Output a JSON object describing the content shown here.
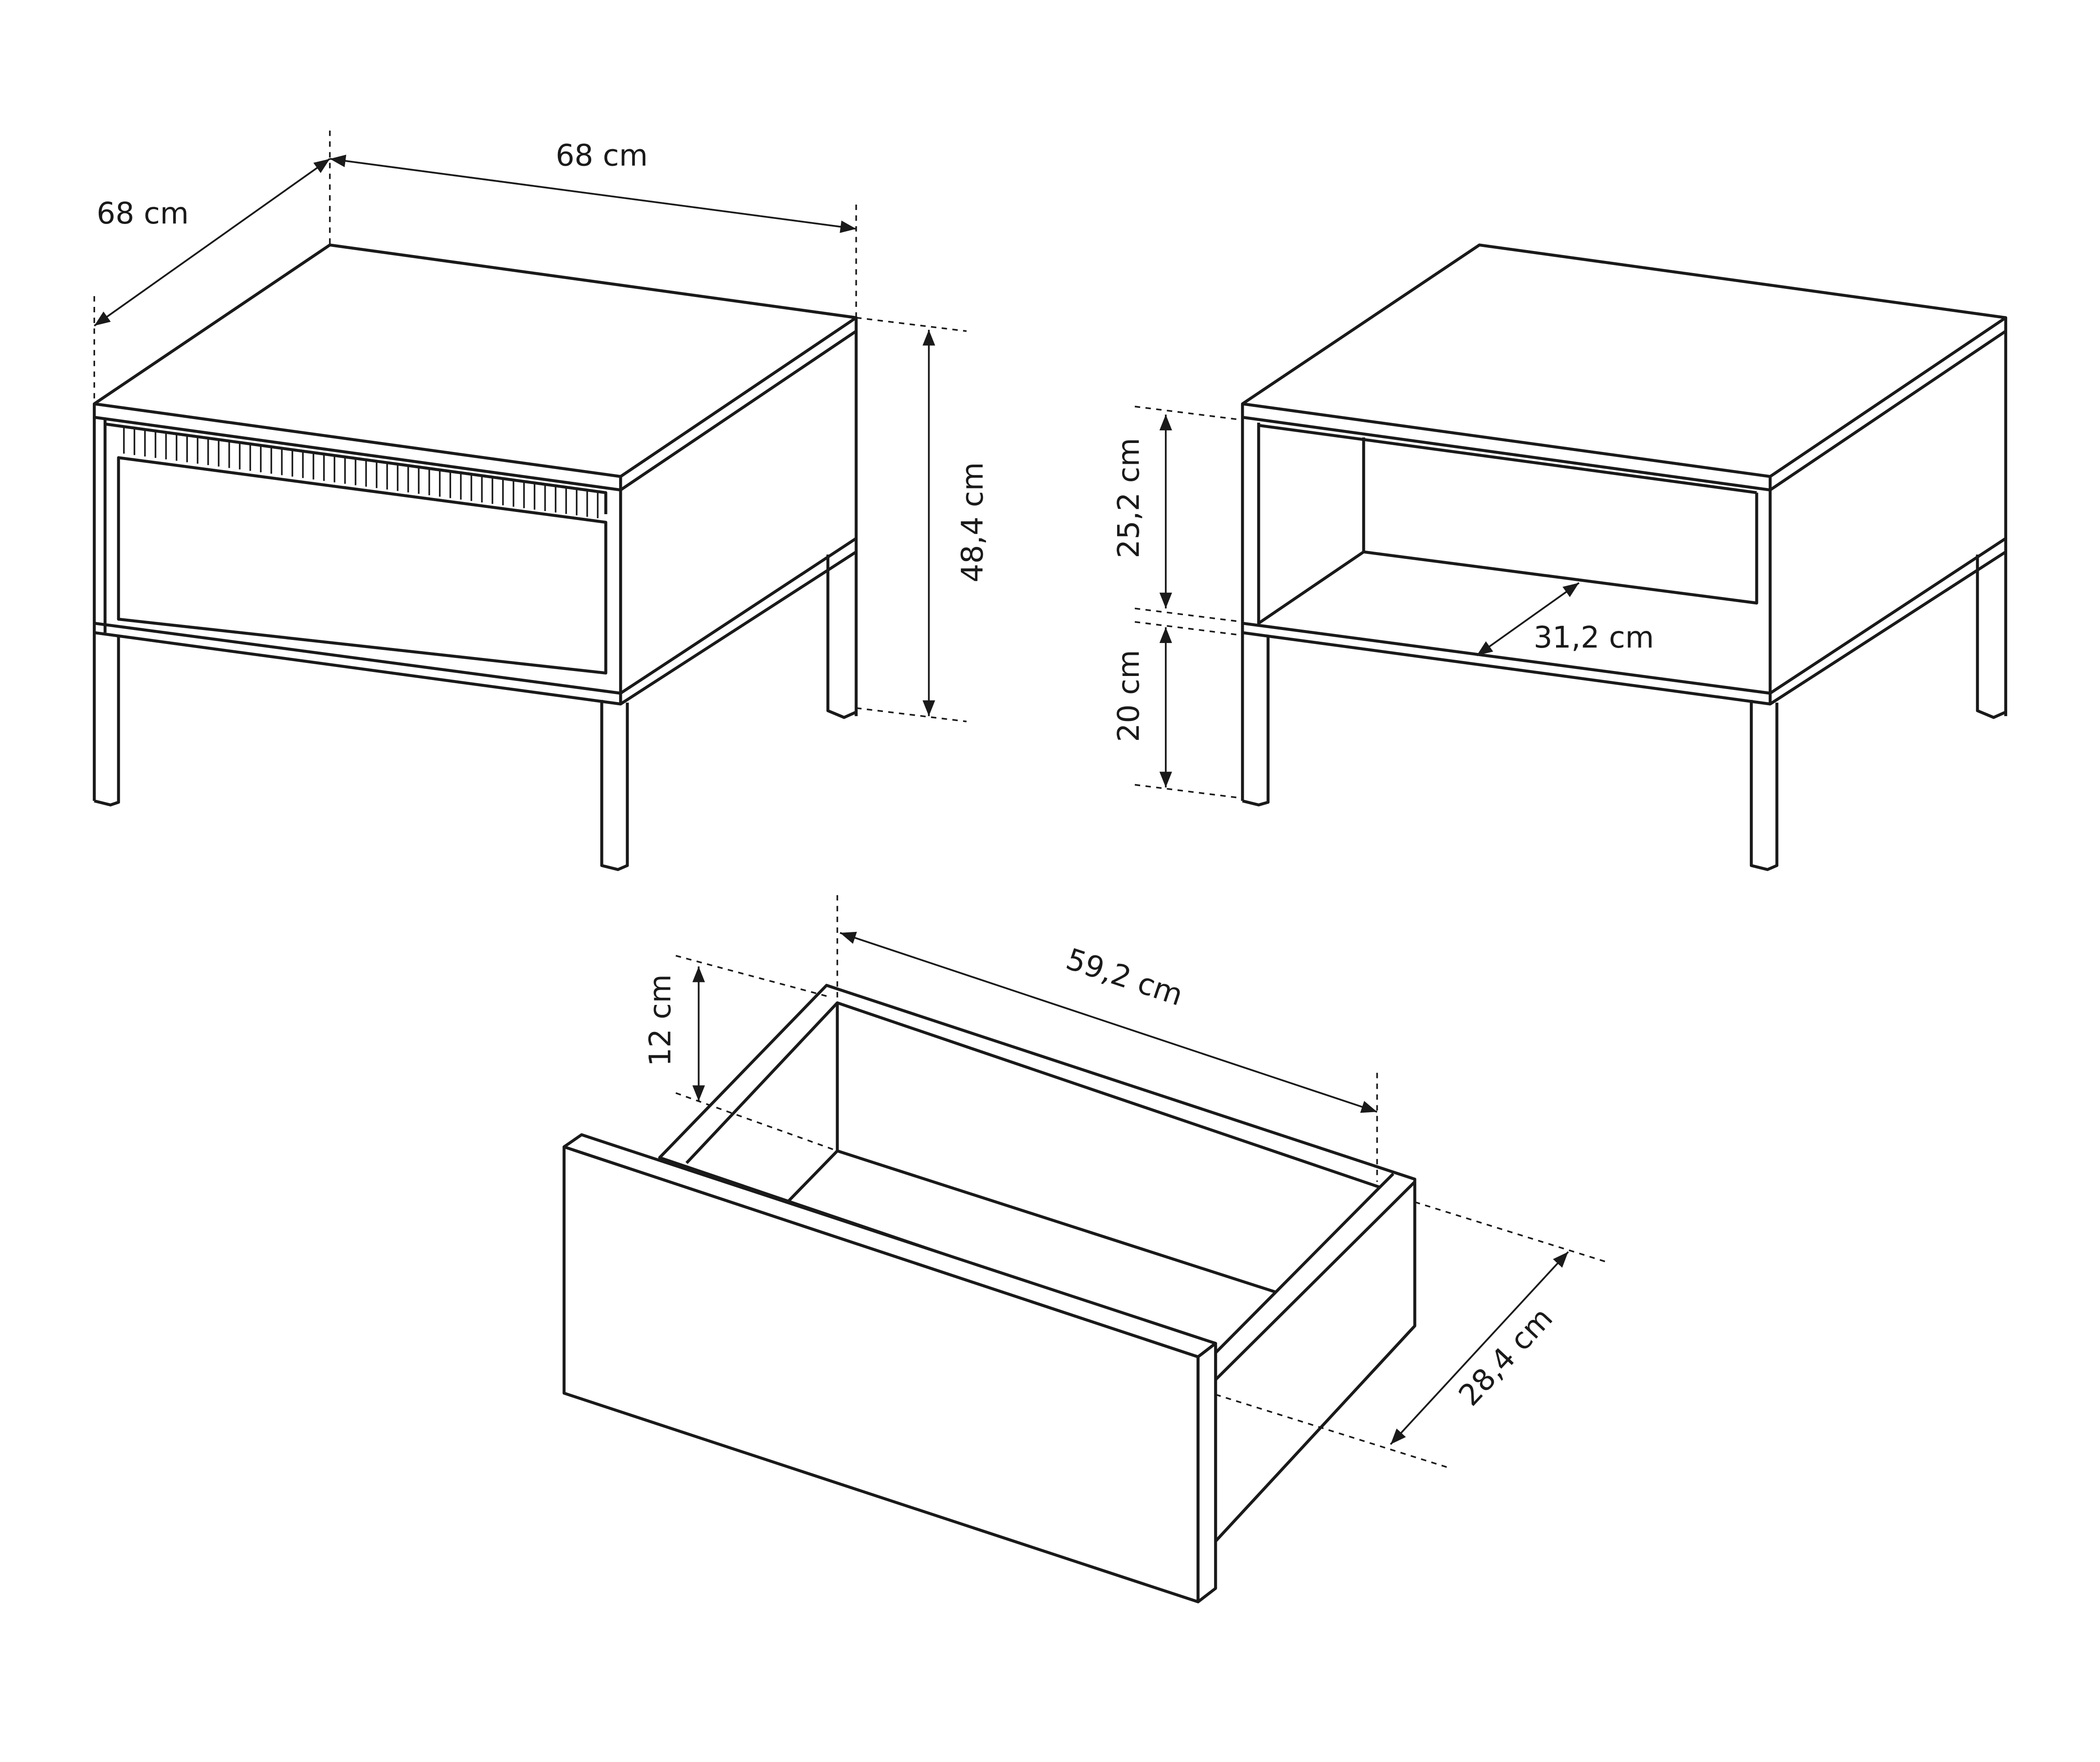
{
  "drawing": {
    "table_closed": {
      "width": "68 cm",
      "depth": "68 cm",
      "height": "48,4 cm"
    },
    "table_open": {
      "upper": "25,2 cm",
      "lower": "20 cm",
      "shelf_depth": "31,2 cm"
    },
    "drawer": {
      "length": "59,2 cm",
      "height": "12 cm",
      "depth": "28,4 cm"
    },
    "line_color": "#1a1a1a"
  }
}
